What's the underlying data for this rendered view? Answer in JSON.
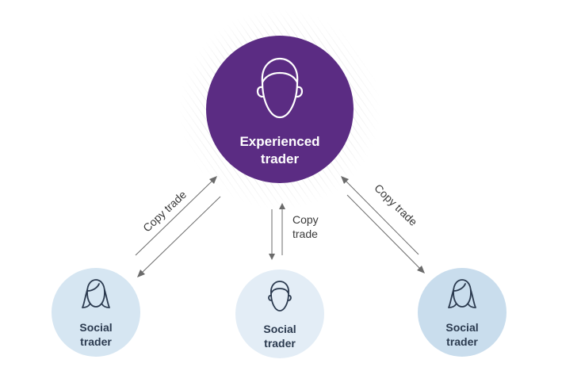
{
  "nodes": {
    "experienced": {
      "label_line1": "Experienced",
      "label_line2": "trader",
      "fill": "#5b2c83",
      "text_color": "#ffffff",
      "icon": "male-face-icon"
    },
    "left": {
      "label_line1": "Social",
      "label_line2": "trader",
      "fill": "#d6e6f2",
      "text_color": "#2b3a4f",
      "icon": "female-face-icon"
    },
    "center": {
      "label_line1": "Social",
      "label_line2": "trader",
      "fill": "#e3edf6",
      "text_color": "#2b3a4f",
      "icon": "male-face-icon"
    },
    "right": {
      "label_line1": "Social",
      "label_line2": "trader",
      "fill": "#c9dded",
      "text_color": "#2b3a4f",
      "icon": "female-face-icon"
    }
  },
  "arrows": {
    "left": {
      "label": "Copy trade"
    },
    "center": {
      "label_line1": "Copy",
      "label_line2": "trade"
    },
    "right": {
      "label": "Copy trade"
    }
  },
  "colors": {
    "icon_stroke_dark": "#2b3a4f",
    "icon_stroke_light": "#ffffff",
    "hatch": "#e2e2e2"
  }
}
